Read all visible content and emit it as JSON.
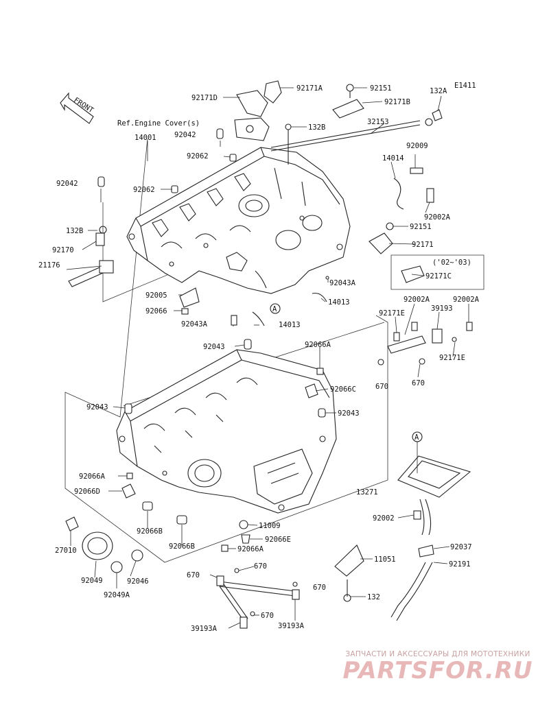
{
  "diagram": {
    "code": "E1411",
    "front_label": "FRONT",
    "note_ref": "Ref.Engine Cover(s)",
    "note_years": "('02~'03)",
    "labels": [
      {
        "id": "lbl-92171D",
        "text": "92171D"
      },
      {
        "id": "lbl-92171A",
        "text": "92171A"
      },
      {
        "id": "lbl-92151-top",
        "text": "92151"
      },
      {
        "id": "lbl-92171B",
        "text": "92171B"
      },
      {
        "id": "lbl-132A",
        "text": "132A"
      },
      {
        "id": "lbl-132B",
        "text": "132B"
      },
      {
        "id": "lbl-32153",
        "text": "32153"
      },
      {
        "id": "lbl-14001",
        "text": "14001"
      },
      {
        "id": "lbl-92042-top",
        "text": "92042"
      },
      {
        "id": "lbl-92062-top",
        "text": "92062"
      },
      {
        "id": "lbl-92009",
        "text": "92009"
      },
      {
        "id": "lbl-14014",
        "text": "14014"
      },
      {
        "id": "lbl-92042-left",
        "text": "92042"
      },
      {
        "id": "lbl-92062-mid",
        "text": "92062"
      },
      {
        "id": "lbl-92002A-top",
        "text": "92002A"
      },
      {
        "id": "lbl-132B-left",
        "text": "132B"
      },
      {
        "id": "lbl-92151-mid",
        "text": "92151"
      },
      {
        "id": "lbl-92170",
        "text": "92170"
      },
      {
        "id": "lbl-92171",
        "text": "92171"
      },
      {
        "id": "lbl-21176",
        "text": "21176"
      },
      {
        "id": "lbl-92171C",
        "text": "92171C"
      },
      {
        "id": "lbl-92043A-right",
        "text": "92043A"
      },
      {
        "id": "lbl-92005",
        "text": "92005"
      },
      {
        "id": "lbl-14013-right",
        "text": "14013"
      },
      {
        "id": "lbl-92066",
        "text": "92066"
      },
      {
        "id": "lbl-92002A-r1",
        "text": "92002A"
      },
      {
        "id": "lbl-92002A-r2",
        "text": "92002A"
      },
      {
        "id": "lbl-39193-top",
        "text": "39193"
      },
      {
        "id": "lbl-92171E-top",
        "text": "92171E"
      },
      {
        "id": "lbl-92043A-mid",
        "text": "92043A"
      },
      {
        "id": "lbl-14013-mid",
        "text": "14013"
      },
      {
        "id": "lbl-92171E-bot",
        "text": "92171E"
      },
      {
        "id": "lbl-92043-top",
        "text": "92043"
      },
      {
        "id": "lbl-92066A-top",
        "text": "92066A"
      },
      {
        "id": "lbl-670-r1",
        "text": "670"
      },
      {
        "id": "lbl-670-r2",
        "text": "670"
      },
      {
        "id": "lbl-92066C",
        "text": "92066C"
      },
      {
        "id": "lbl-92043-left",
        "text": "92043"
      },
      {
        "id": "lbl-92043-right",
        "text": "92043"
      },
      {
        "id": "lbl-92066A-left",
        "text": "92066A"
      },
      {
        "id": "lbl-92066D",
        "text": "92066D"
      },
      {
        "id": "lbl-13271",
        "text": "13271"
      },
      {
        "id": "lbl-92002",
        "text": "92002"
      },
      {
        "id": "lbl-92066B-1",
        "text": "92066B"
      },
      {
        "id": "lbl-11009",
        "text": "11009"
      },
      {
        "id": "lbl-27010",
        "text": "27010"
      },
      {
        "id": "lbl-92066E",
        "text": "92066E"
      },
      {
        "id": "lbl-92066B-2",
        "text": "92066B"
      },
      {
        "id": "lbl-92066A-bot",
        "text": "92066A"
      },
      {
        "id": "lbl-92037",
        "text": "92037"
      },
      {
        "id": "lbl-11051",
        "text": "11051"
      },
      {
        "id": "lbl-92191",
        "text": "92191"
      },
      {
        "id": "lbl-92049",
        "text": "92049"
      },
      {
        "id": "lbl-92046",
        "text": "92046"
      },
      {
        "id": "lbl-670-b1",
        "text": "670"
      },
      {
        "id": "lbl-670-b2",
        "text": "670"
      },
      {
        "id": "lbl-670-b3",
        "text": "670"
      },
      {
        "id": "lbl-92049A",
        "text": "92049A"
      },
      {
        "id": "lbl-132",
        "text": "132"
      },
      {
        "id": "lbl-670-b4",
        "text": "670"
      },
      {
        "id": "lbl-39193A-1",
        "text": "39193A"
      },
      {
        "id": "lbl-39193A-2",
        "text": "39193A"
      }
    ],
    "callouts": [
      {
        "id": "callout-a-top",
        "text": "A"
      },
      {
        "id": "callout-a-right",
        "text": "A"
      }
    ]
  },
  "watermark": {
    "tagline": "ЗАПЧАСТИ И АКСЕССУАРЫ ДЛЯ МОТОТЕХНИКИ",
    "logo": "PARTSFOR.RU"
  },
  "colors": {
    "ink": "#222222",
    "background": "#ffffff",
    "watermark": "#e8b8b8"
  }
}
